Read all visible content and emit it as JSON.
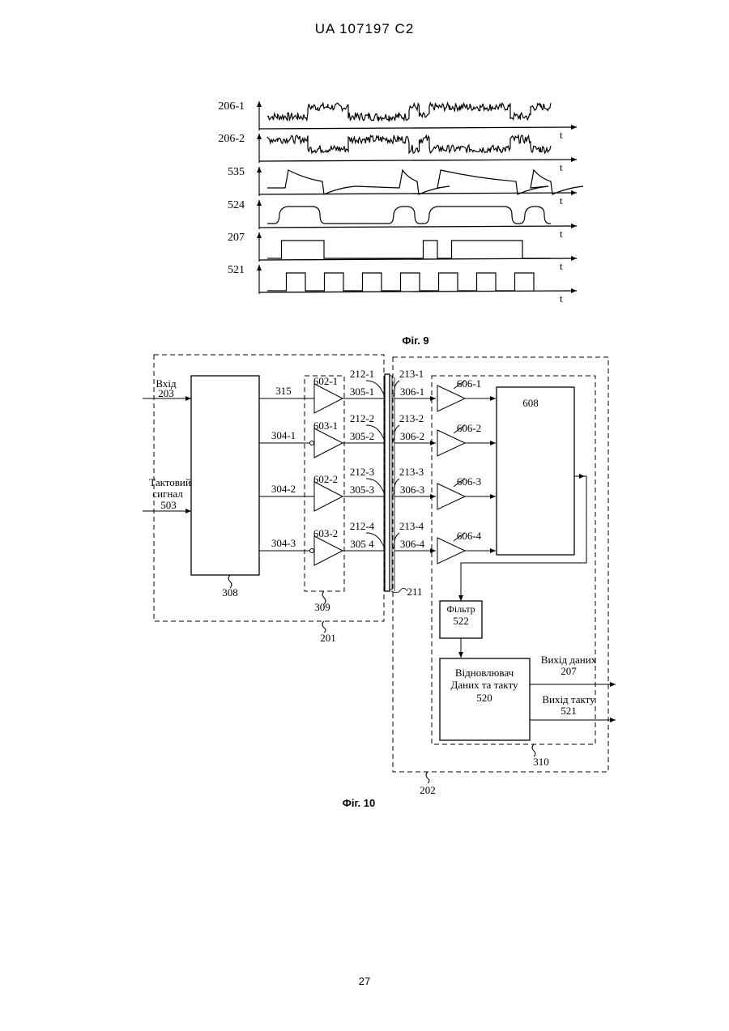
{
  "header": {
    "patent_number": "UA   107197   C2"
  },
  "figure9": {
    "caption": "Фіг. 9",
    "time_label": "t",
    "signals": [
      {
        "label": "206-1",
        "kind": "noisy_digital",
        "levels": [
          0,
          0,
          0,
          0,
          1,
          1,
          1,
          1,
          0,
          0,
          0,
          0,
          0,
          0,
          1,
          0,
          1,
          1,
          1,
          1,
          1,
          1,
          1,
          1,
          0,
          0,
          1,
          1
        ]
      },
      {
        "label": "206-2",
        "kind": "noisy_digital_inverted",
        "levels": [
          1,
          1,
          1,
          1,
          0,
          0,
          0,
          0,
          1,
          1,
          1,
          1,
          1,
          1,
          0,
          1,
          0,
          0,
          0,
          0,
          0,
          0,
          0,
          0,
          1,
          1,
          0,
          0
        ]
      },
      {
        "label": "535",
        "kind": "decay"
      },
      {
        "label": "524",
        "kind": "smoothed"
      },
      {
        "label": "207",
        "kind": "data",
        "levels": [
          0,
          1,
          1,
          1,
          0,
          0,
          0,
          0,
          0,
          0,
          0,
          1,
          0,
          1,
          1,
          1,
          1,
          1,
          0,
          0
        ]
      },
      {
        "label": "521",
        "kind": "clock"
      }
    ]
  },
  "figure10": {
    "caption": "Фіг. 10",
    "input_label": "Вхід",
    "input_number": "203",
    "clock_label_line1": "Тактовий",
    "clock_label_line2": "сигнал",
    "clock_number": "503",
    "block_308": "308",
    "block_309": "309",
    "group_201": "201",
    "group_202": "202",
    "group_310": "310",
    "coupler_211": "211",
    "line_labels": [
      "315",
      "304-1",
      "304-2",
      "304-3"
    ],
    "tx_labels": [
      "602-1",
      "603-1",
      "602-2",
      "603-2"
    ],
    "link_in_labels": [
      "212-1",
      "212-2",
      "212-3",
      "212-4"
    ],
    "link_out_labels": [
      "213-1",
      "213-2",
      "213-3",
      "213-4"
    ],
    "tx_out_labels": [
      "305-1",
      "305-2",
      "305-3",
      "305 4"
    ],
    "rx_in_labels": [
      "306-1",
      "306-2",
      "306-3",
      "306-4"
    ],
    "rx_labels": [
      "606-1",
      "606-2",
      "606-3",
      "606-4"
    ],
    "block_608": "608",
    "filter_label": "Фільтр",
    "filter_number": "522",
    "recovery_line1": "Відновлювач",
    "recovery_line2": "Даних та такту",
    "recovery_number": "520",
    "data_out_label": "Вихід даних",
    "data_out_number": "207",
    "clock_out_label": "Вихід такту",
    "clock_out_number": "521"
  },
  "page_number": "27"
}
